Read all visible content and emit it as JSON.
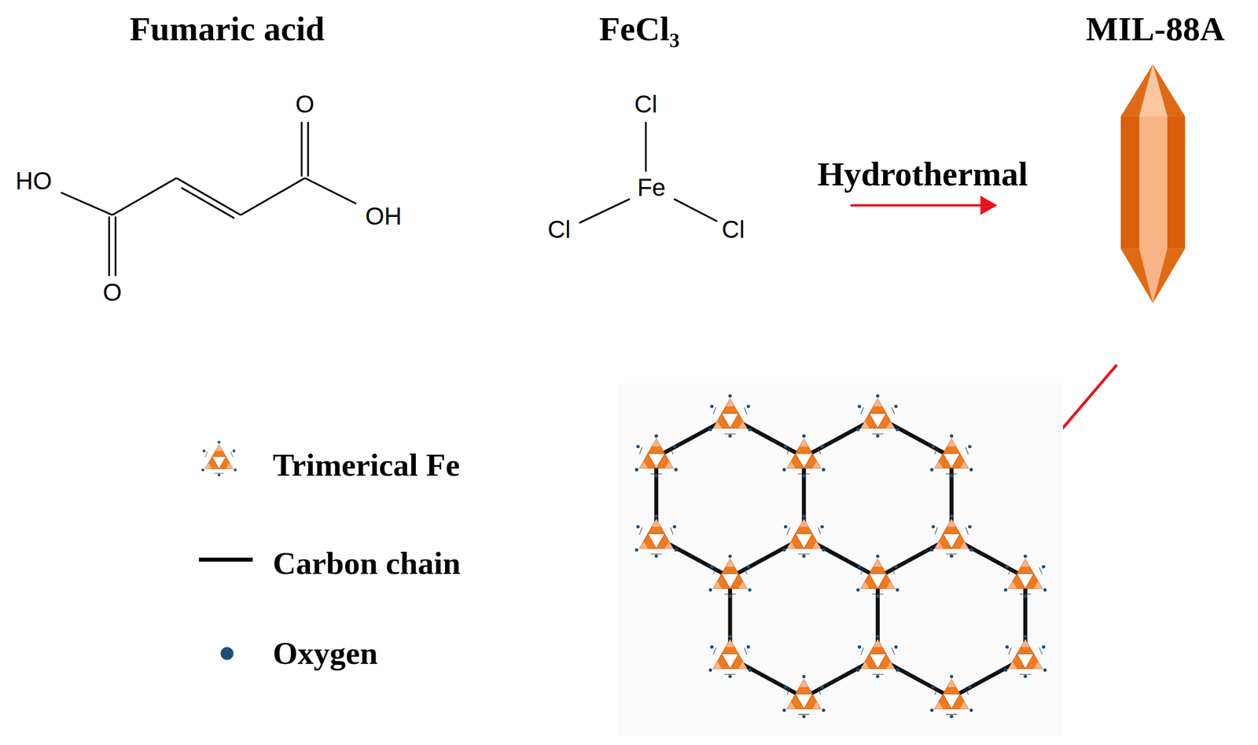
{
  "diagram": {
    "labels": [
      "Fumaric acid",
      "FeCl₃",
      "MIL-88A",
      "Hydrothermal",
      "HO",
      "O",
      "OH",
      "O",
      "Cl",
      "Fe",
      "Cl",
      "Cl"
    ],
    "legend": [
      {
        "text": "Trimerical Fe"
      },
      {
        "text": "Carbon chain"
      },
      {
        "text": "Oxygen"
      }
    ]
  }
}
